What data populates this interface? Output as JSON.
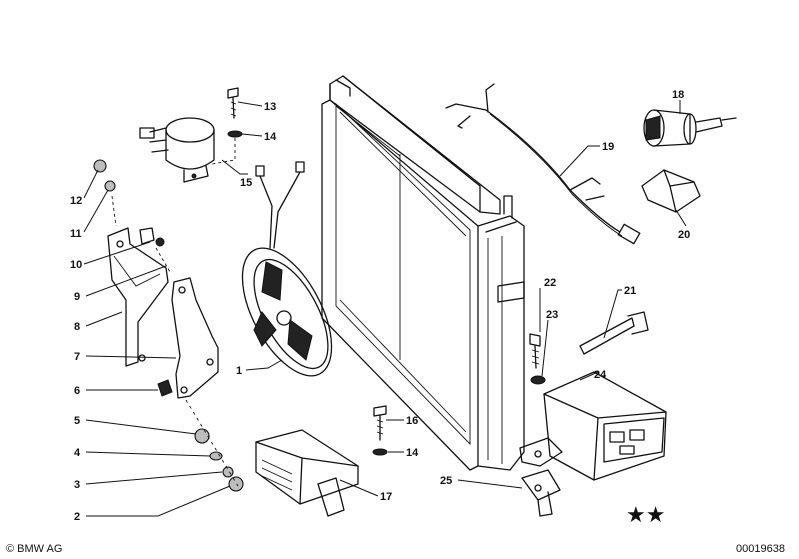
{
  "diagram": {
    "callouts": [
      {
        "id": "c13",
        "text": "13"
      },
      {
        "id": "c14a",
        "text": "14"
      },
      {
        "id": "c15",
        "text": "15"
      },
      {
        "id": "c12",
        "text": "12"
      },
      {
        "id": "c11",
        "text": "11"
      },
      {
        "id": "c10",
        "text": "10"
      },
      {
        "id": "c9",
        "text": "9"
      },
      {
        "id": "c8",
        "text": "8"
      },
      {
        "id": "c7",
        "text": "7"
      },
      {
        "id": "c6",
        "text": "6"
      },
      {
        "id": "c5",
        "text": "5"
      },
      {
        "id": "c4",
        "text": "4"
      },
      {
        "id": "c3",
        "text": "3"
      },
      {
        "id": "c2",
        "text": "2"
      },
      {
        "id": "c1",
        "text": "1"
      },
      {
        "id": "c16",
        "text": "16"
      },
      {
        "id": "c14b",
        "text": "14"
      },
      {
        "id": "c17",
        "text": "17"
      },
      {
        "id": "c18",
        "text": "18"
      },
      {
        "id": "c19",
        "text": "19"
      },
      {
        "id": "c20",
        "text": "20"
      },
      {
        "id": "c21",
        "text": "21"
      },
      {
        "id": "c22",
        "text": "22"
      },
      {
        "id": "c23",
        "text": "23"
      },
      {
        "id": "c24",
        "text": "24"
      },
      {
        "id": "c25",
        "text": "25"
      }
    ]
  },
  "footer": {
    "copyright": "© BMW AG",
    "diagram_number": "00019638",
    "stars": "★★"
  }
}
